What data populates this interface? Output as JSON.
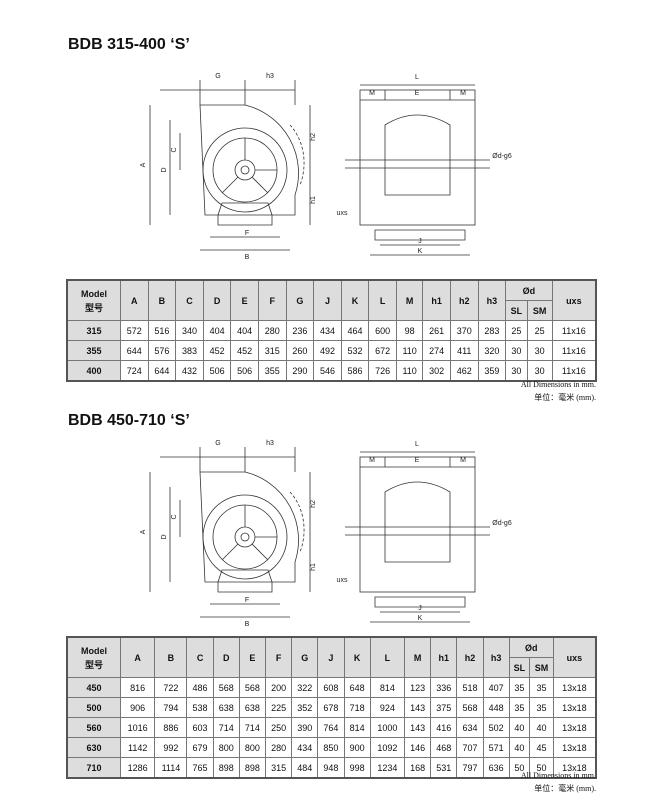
{
  "sections": [
    {
      "title": "BDB 315-400 ‘S’",
      "table": {
        "headers": [
          "A",
          "B",
          "C",
          "D",
          "E",
          "F",
          "G",
          "J",
          "K",
          "L",
          "M",
          "h1",
          "h2",
          "h3"
        ],
        "model_label": "Model",
        "model_label_cn": "型号",
        "d_label": "Ød",
        "sl": "SL",
        "sm": "SM",
        "uxs": "uxs",
        "rows": [
          [
            "315",
            "572",
            "516",
            "340",
            "404",
            "404",
            "280",
            "236",
            "434",
            "464",
            "600",
            "98",
            "261",
            "370",
            "283",
            "25",
            "25",
            "11x16"
          ],
          [
            "355",
            "644",
            "576",
            "383",
            "452",
            "452",
            "315",
            "260",
            "492",
            "532",
            "672",
            "110",
            "274",
            "411",
            "320",
            "30",
            "30",
            "11x16"
          ],
          [
            "400",
            "724",
            "644",
            "432",
            "506",
            "506",
            "355",
            "290",
            "546",
            "586",
            "726",
            "110",
            "302",
            "462",
            "359",
            "30",
            "30",
            "11x16"
          ]
        ]
      },
      "note1": "All Dimensions in mm.",
      "note2": "单位：毫米 (mm)."
    },
    {
      "title": "BDB 450-710 ‘S’",
      "table": {
        "headers": [
          "A",
          "B",
          "C",
          "D",
          "E",
          "F",
          "G",
          "J",
          "K",
          "L",
          "M",
          "h1",
          "h2",
          "h3"
        ],
        "model_label": "Model",
        "model_label_cn": "型号",
        "d_label": "Ød",
        "sl": "SL",
        "sm": "SM",
        "uxs": "uxs",
        "rows": [
          [
            "450",
            "816",
            "722",
            "486",
            "568",
            "568",
            "200",
            "322",
            "608",
            "648",
            "814",
            "123",
            "336",
            "518",
            "407",
            "35",
            "35",
            "13x18"
          ],
          [
            "500",
            "906",
            "794",
            "538",
            "638",
            "638",
            "225",
            "352",
            "678",
            "718",
            "924",
            "143",
            "375",
            "568",
            "448",
            "35",
            "35",
            "13x18"
          ],
          [
            "560",
            "1016",
            "886",
            "603",
            "714",
            "714",
            "250",
            "390",
            "764",
            "814",
            "1000",
            "143",
            "416",
            "634",
            "502",
            "40",
            "40",
            "13x18"
          ],
          [
            "630",
            "1142",
            "992",
            "679",
            "800",
            "800",
            "280",
            "434",
            "850",
            "900",
            "1092",
            "146",
            "468",
            "707",
            "571",
            "40",
            "45",
            "13x18"
          ],
          [
            "710",
            "1286",
            "1114",
            "765",
            "898",
            "898",
            "315",
            "484",
            "948",
            "998",
            "1234",
            "168",
            "531",
            "797",
            "636",
            "50",
            "50",
            "13x18"
          ]
        ]
      },
      "note1": "All Dimensions in mm.",
      "note2": "单位：毫米 (mm)."
    }
  ],
  "drawing_labels": {
    "G": "G",
    "h3": "h3",
    "A": "A",
    "B": "B",
    "C": "C",
    "D": "D",
    "F": "F",
    "h1": "h1",
    "h2": "h2",
    "L": "L",
    "M": "M",
    "E": "E",
    "J": "J",
    "K": "K",
    "shaft": "Ød-g6",
    "uxs": "uxs"
  }
}
